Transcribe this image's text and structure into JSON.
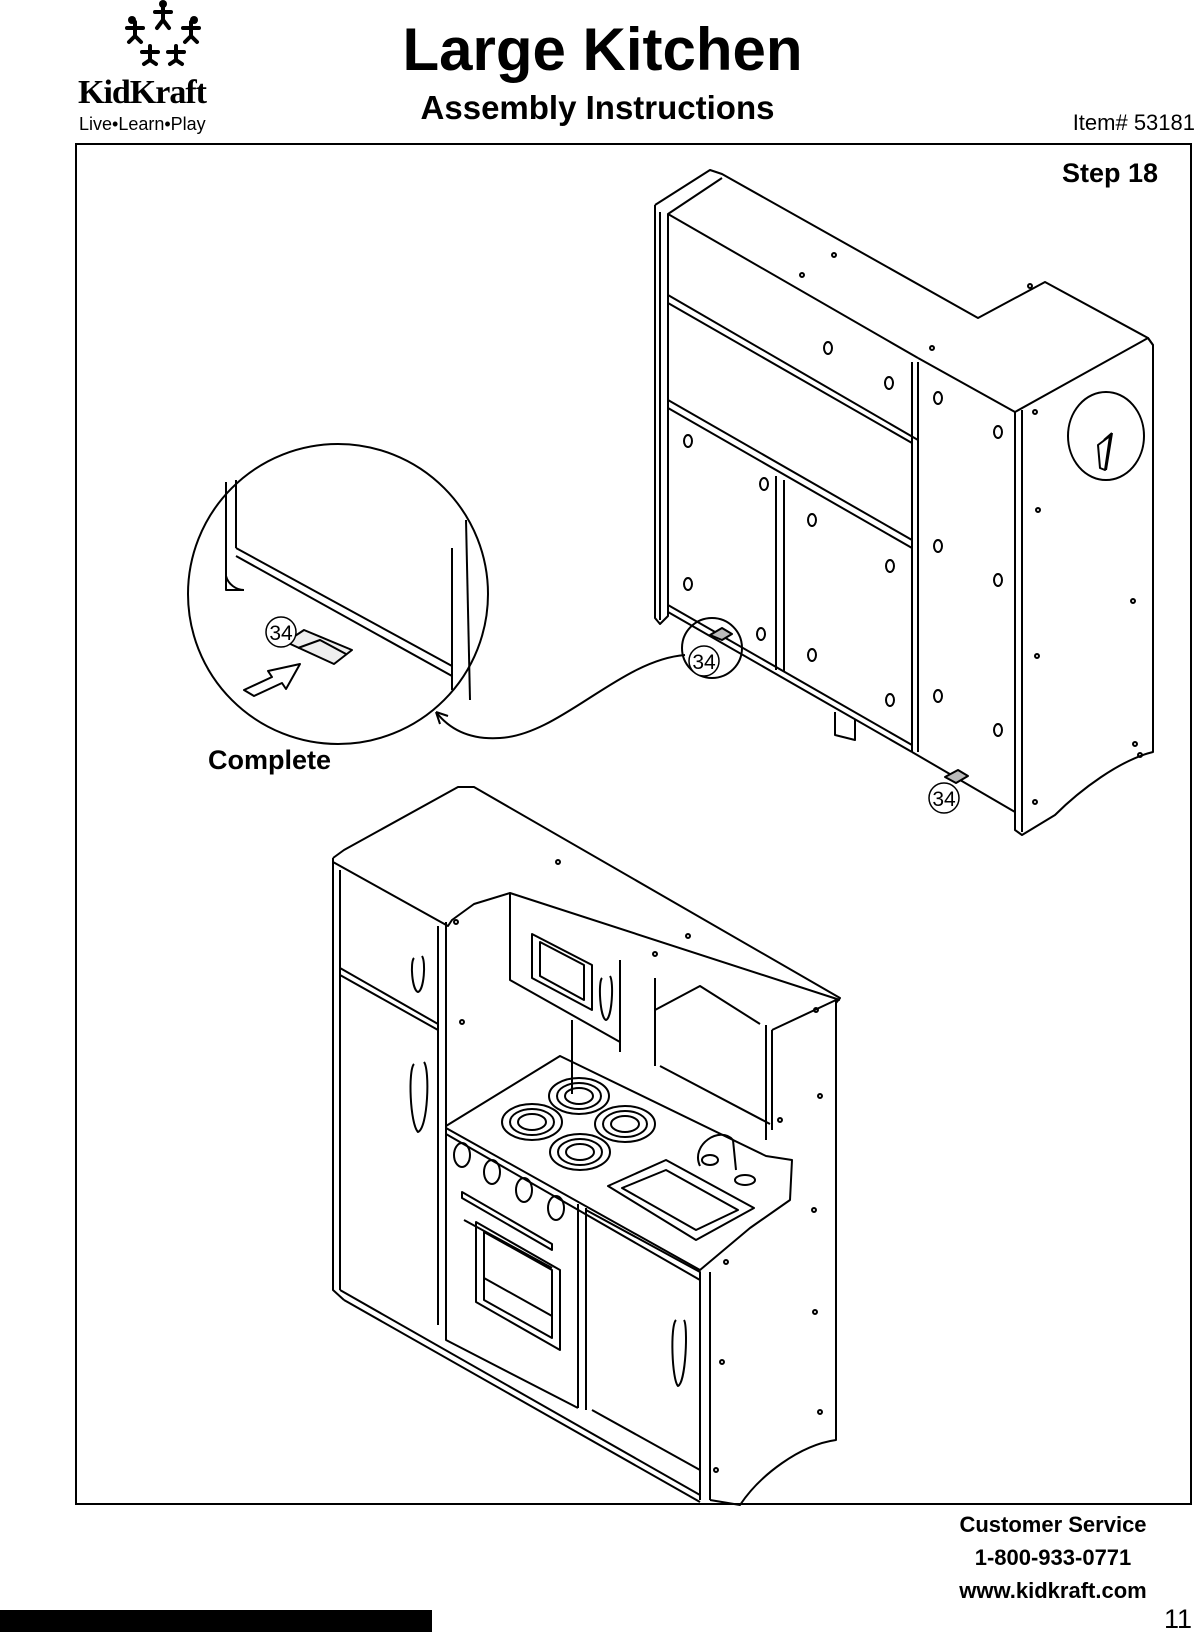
{
  "header": {
    "logo_brand": "KidKraft",
    "logo_tagline": "Live•Learn•Play",
    "title": "Large Kitchen",
    "subtitle": "Assembly Instructions",
    "item_number": "Item# 53181"
  },
  "main": {
    "step_label": "Step 18",
    "complete_label": "Complete",
    "part_callouts": [
      "34",
      "34",
      "34"
    ]
  },
  "footer": {
    "service_title": "Customer Service",
    "phone": "1-800-933-0771",
    "website": "www.kidkraft.com",
    "page_number": "11"
  }
}
